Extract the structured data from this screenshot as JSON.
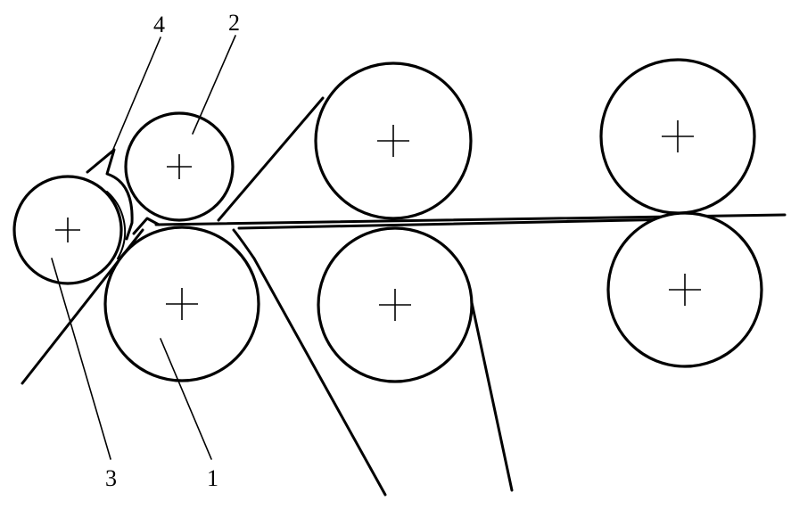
{
  "labels": {
    "one": "1",
    "two": "2",
    "three": "3",
    "four": "4"
  },
  "colors": {
    "line": "#000000",
    "background": "#ffffff"
  },
  "icons": {
    "roll_center": "plus-cross"
  }
}
